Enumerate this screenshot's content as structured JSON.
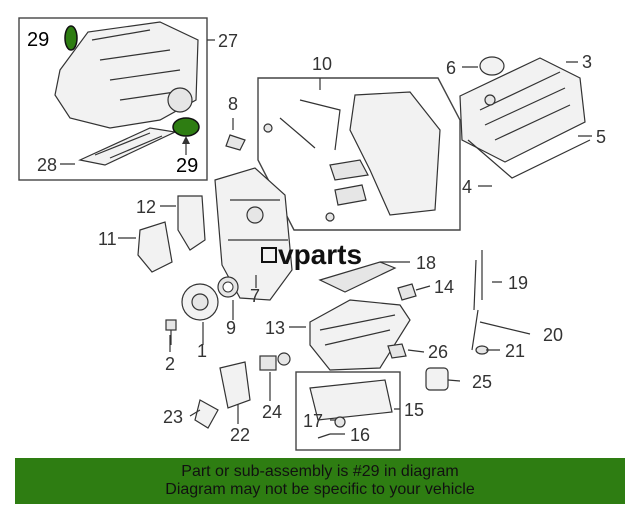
{
  "watermark": "vparts",
  "highlight_color": "#2e7d12",
  "callouts": [
    "1",
    "2",
    "3",
    "4",
    "5",
    "6",
    "7",
    "8",
    "9",
    "10",
    "11",
    "12",
    "13",
    "14",
    "15",
    "16",
    "17",
    "18",
    "19",
    "20",
    "21",
    "22",
    "23",
    "24",
    "25",
    "26",
    "27",
    "28",
    "29",
    "29"
  ],
  "banner": {
    "line1": "Part or sub-assembly is #29 in diagram",
    "line2": "Diagram may not be specific to your vehicle"
  }
}
